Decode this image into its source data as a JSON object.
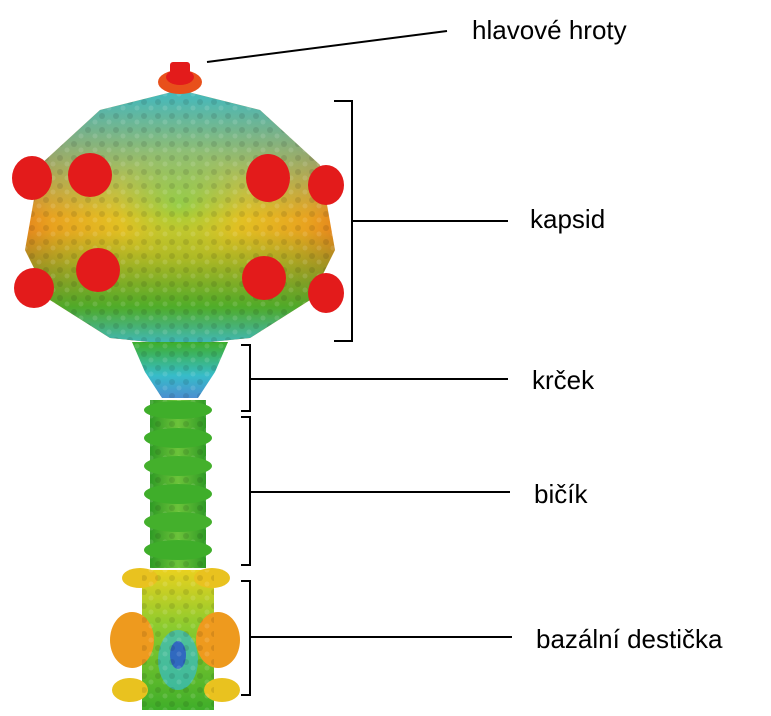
{
  "labels": {
    "head_spikes": "hlavové hroty",
    "capsid": "kapsid",
    "neck": "krček",
    "tail": "bičík",
    "baseplate": "bazální destička"
  },
  "colors": {
    "red": "#e31b1b",
    "orange": "#ee7a1e",
    "yellow": "#e9c21f",
    "green": "#3fae2a",
    "light_green": "#8ccb2e",
    "cyan": "#37bcc9",
    "blue": "#2a54c8",
    "line": "#000000"
  }
}
